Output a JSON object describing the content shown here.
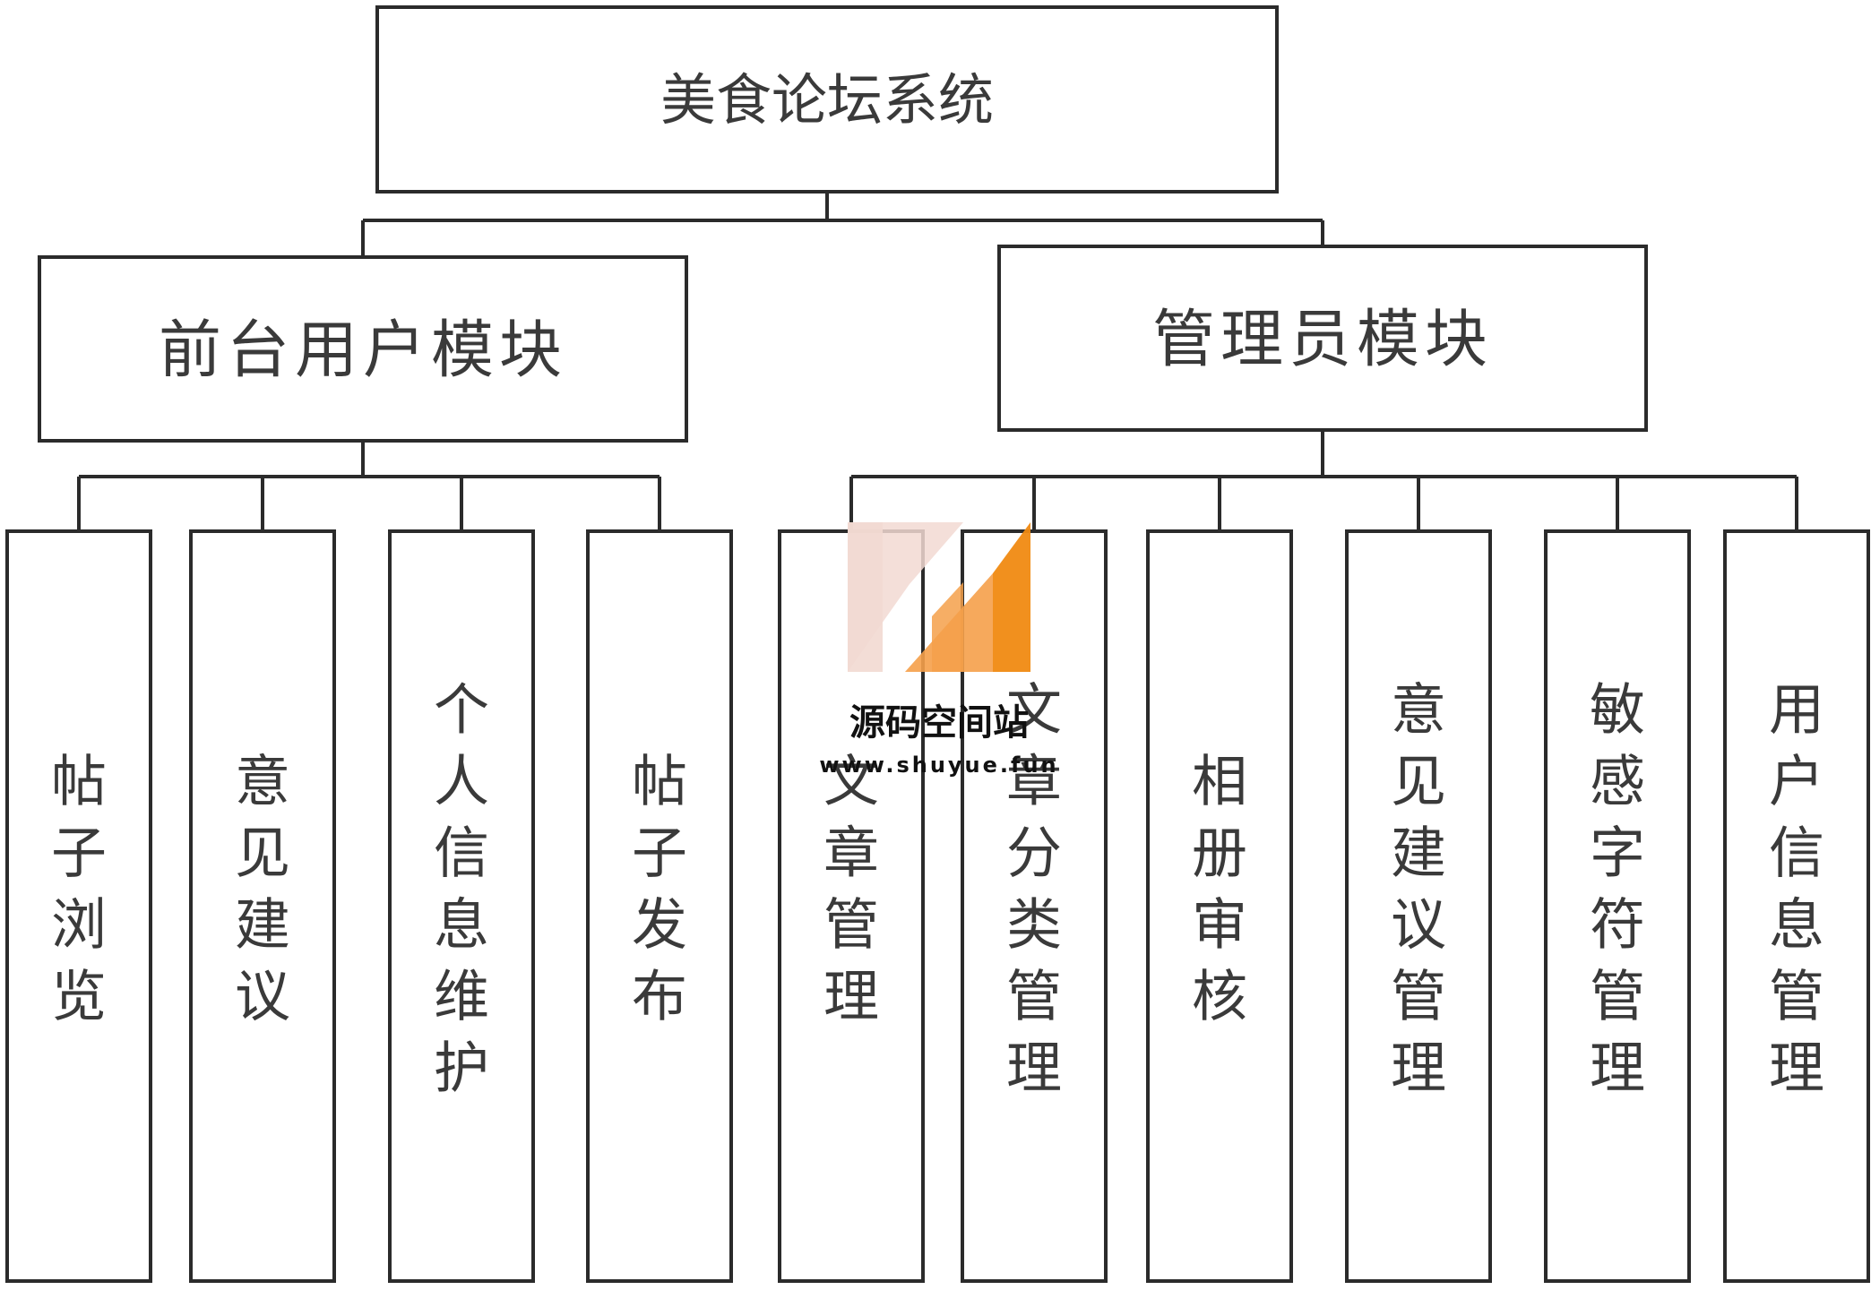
{
  "diagram": {
    "root": {
      "label": "美食论坛系统",
      "children": [
        {
          "label": "前台用户模块",
          "children": [
            {
              "label": "帖子浏览"
            },
            {
              "label": "意见建议"
            },
            {
              "label": "个人信息维护"
            },
            {
              "label": "帖子发布"
            }
          ]
        },
        {
          "label": "管理员模块",
          "children": [
            {
              "label": "文章管理"
            },
            {
              "label": "文章分类管理"
            },
            {
              "label": "相册审核"
            },
            {
              "label": "意见建议管理"
            },
            {
              "label": "敏感字符管理"
            },
            {
              "label": "用户信息管理"
            }
          ]
        }
      ]
    }
  },
  "watermark": {
    "name": "源码空间站",
    "url": "www.shuyue.fun",
    "colors": [
      "#f2d9d2",
      "#f5a04a",
      "#f08a12"
    ]
  },
  "colors": {
    "line": "#2b2b2b",
    "text": "#3a3a3a",
    "background": "#ffffff"
  }
}
